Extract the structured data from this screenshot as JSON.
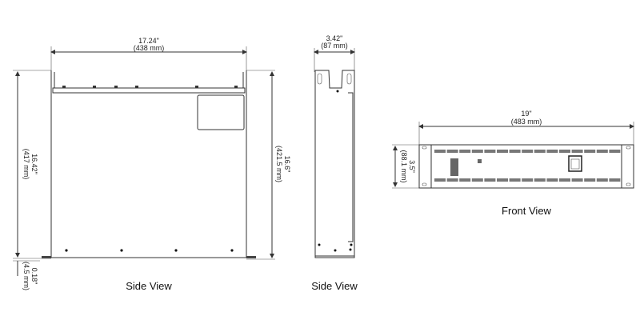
{
  "side_view_1": {
    "caption": "Side View",
    "width_in": "17.24\"",
    "width_mm": "(438 mm)",
    "height_left_in": "16.42\"",
    "height_left_mm": "(417 mm)",
    "height_right_in": "16.6\"",
    "height_right_mm": "(421.5 mm)",
    "foot_in": "0.18\"",
    "foot_mm": "(4.5 mm)"
  },
  "side_view_2": {
    "caption": "Side View",
    "width_in": "3.42\"",
    "width_mm": "(87 mm)"
  },
  "front_view": {
    "caption": "Front View",
    "width_in": "19\"",
    "width_mm": "(483 mm)",
    "height_in": "3.5\"",
    "height_mm": "(88.1 mm)"
  }
}
